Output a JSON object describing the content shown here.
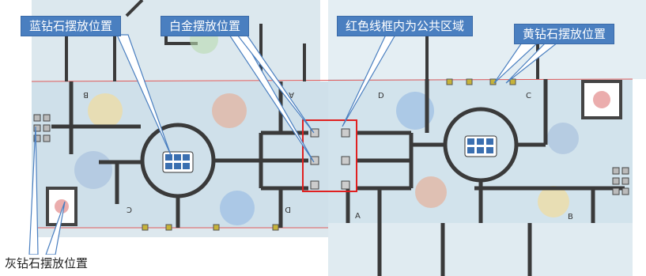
{
  "callouts": {
    "blue_diamond": "蓝钻石摆放位置",
    "platinum": "白金摆放位置",
    "public_area": "红色线框内为公共区域",
    "yellow_diamond": "黄钻石摆放位置",
    "gray_diamond": "灰钻石摆放位置"
  },
  "zone_labels": {
    "left_top_b": "B",
    "left_top_a": "A",
    "left_bottom_c": "C",
    "left_bottom_d": "D",
    "right_top_d": "D",
    "right_top_c": "C",
    "right_bottom_a": "A",
    "right_bottom_b": "B"
  },
  "colors": {
    "board_bg": "#cfe0ea",
    "board_bg_light": "#dde9f0",
    "track": "#3a3a3a",
    "public_box": "#e02020",
    "callout_bg": "#4a7fc0",
    "arrow": "#4a7fc0",
    "red_line": "#e05a5a",
    "diamond_blue": "#3a6fb0"
  }
}
